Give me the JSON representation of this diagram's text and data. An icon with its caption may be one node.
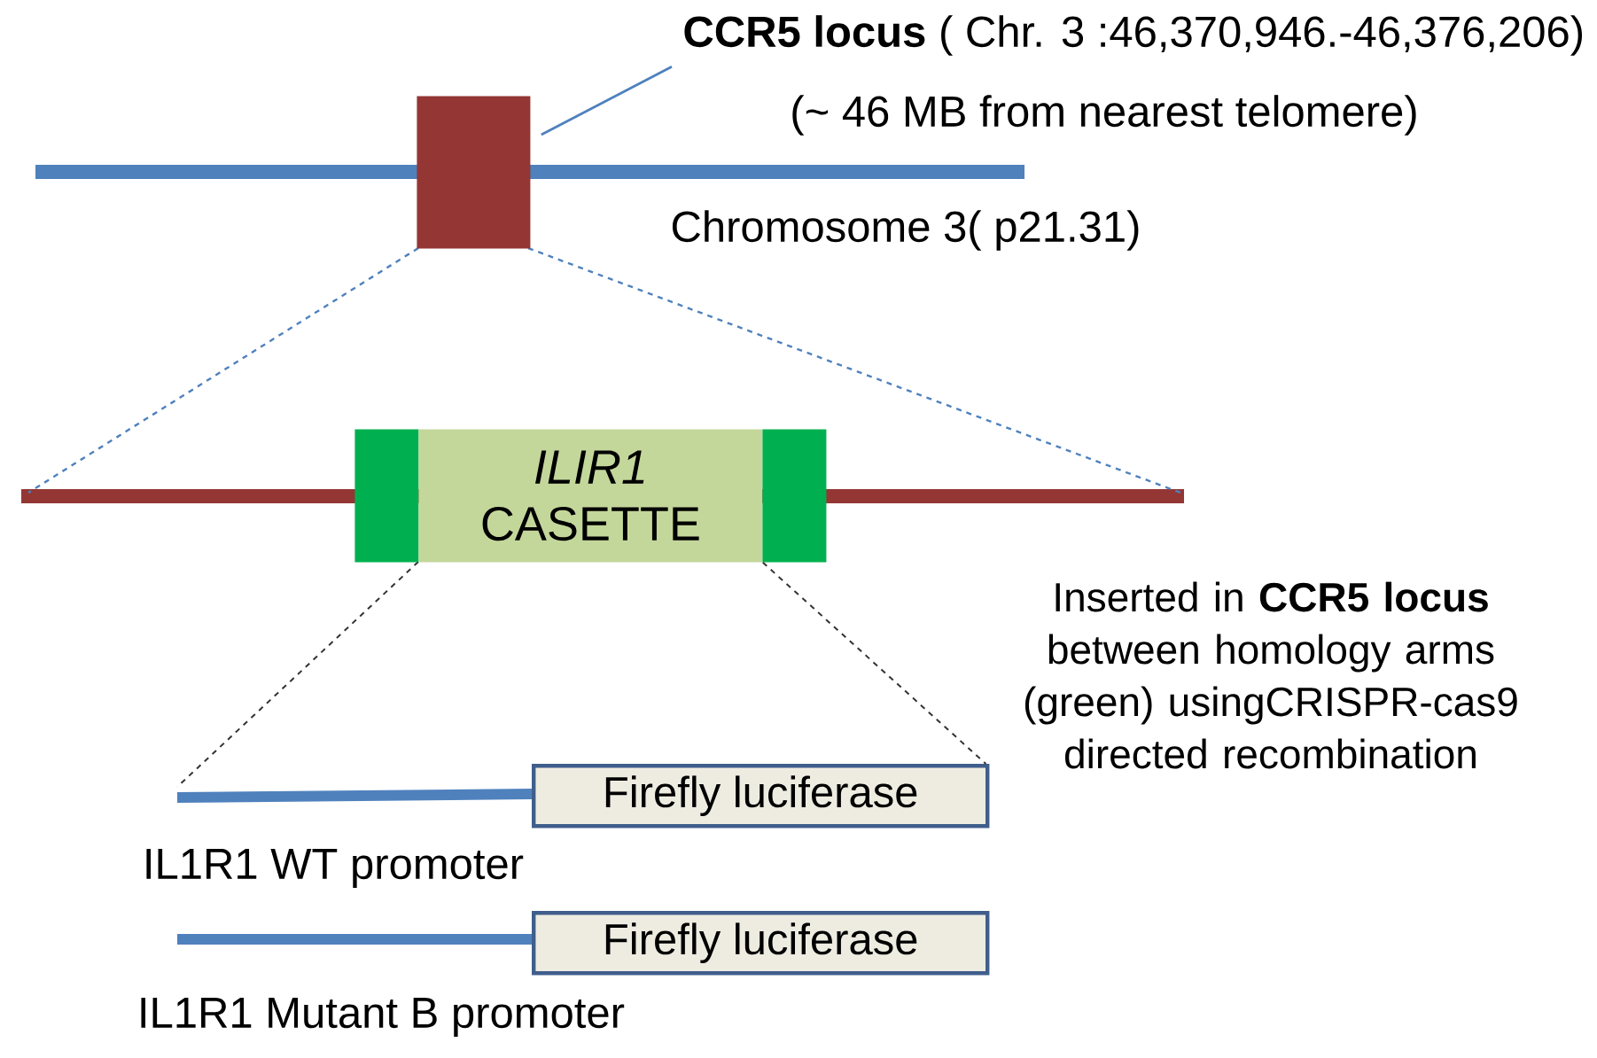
{
  "diagram": {
    "nodes": [
      {
        "text": [],
        "shape": "box"
      },
      {
        "text": [],
        "shape": "box"
      },
      {
        "text": [
          "*ILIR1* CASETTE"
        ]
      },
      {
        "text": [],
        "shape": "box"
      },
      {
        "text": [
          "Firefly luciferase"
        ]
      },
      {
        "text": [
          "Firefly luciferase"
        ]
      },
      {
        "text": [
          "**CCR5 locus** ( Chr. 3 :46,370,946.-46,376,206)"
        ]
      }
    ],
    "edges": [
      {
        "from": 6,
        "to": 0,
        "arrow": "none"
      },
      {
        "from": 2,
        "to": 4,
        "arrow": "none",
        "style": "dashed",
        "color": "#333333"
      }
    ],
    "labels": [
      "(~ 46 MB from nearest telomere)",
      "Chromosome 3( p21.31)",
      "Inserted in **CCR5 locus** between homology arms (green) usingCRISPR-cas9 directed recombination",
      "IL1R1 WT promoter",
      "IL1R1 Mutant B promoter"
    ]
  }
}
